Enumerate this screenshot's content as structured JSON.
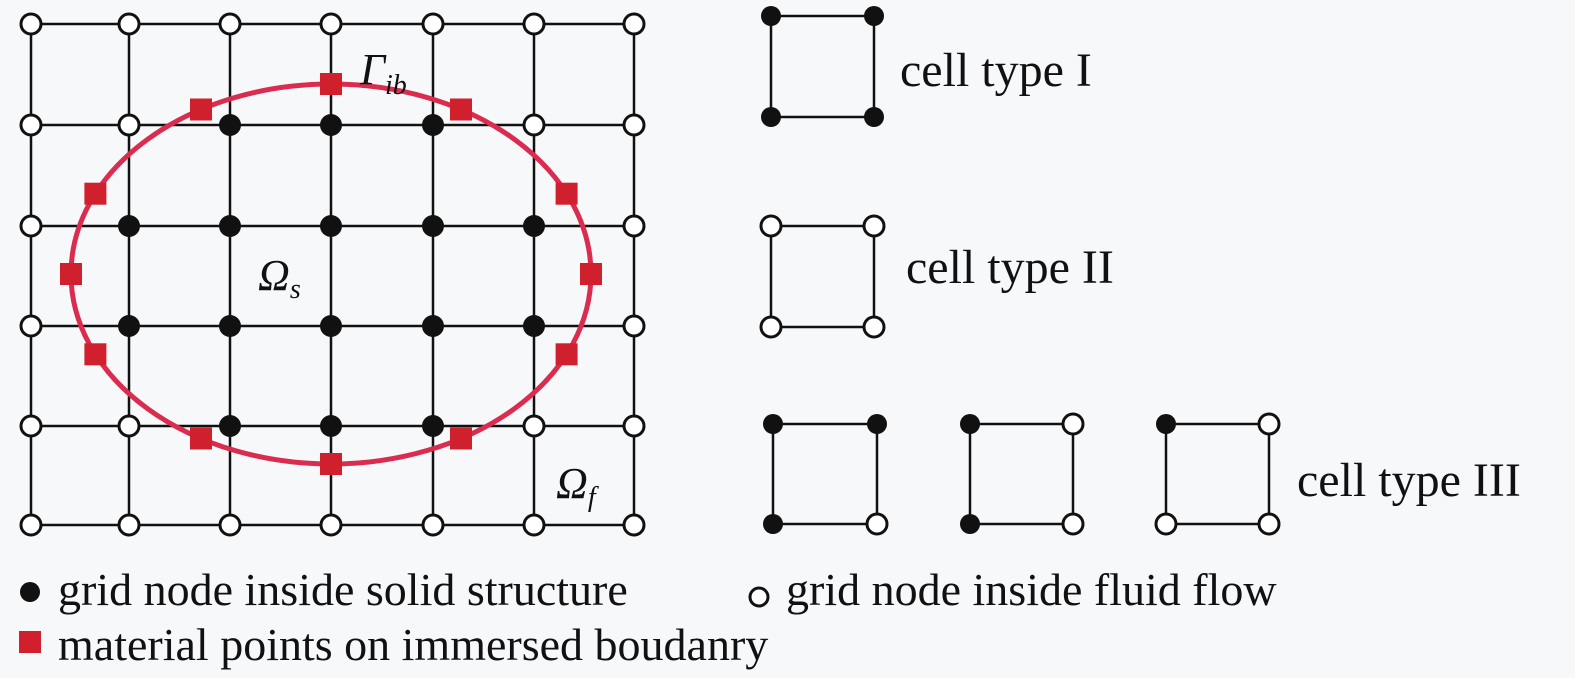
{
  "colors": {
    "grid": "#111111",
    "solid_node": "#111111",
    "fluid_node_fill": "#ffffff",
    "boundary": "#d92c4f",
    "material_point": "#d0202e",
    "background": "#f7f8fa"
  },
  "labels": {
    "gamma": "Γ",
    "gamma_sub": "ib",
    "omega_s": "Ω",
    "omega_s_sub": "s",
    "omega_f": "Ω",
    "omega_f_sub": "f"
  },
  "cell_types": {
    "type1": "cell type I",
    "type2": "cell type II",
    "type3": "cell type III"
  },
  "legend": {
    "solid": "grid node inside solid structure",
    "fluid": "grid node inside fluid flow",
    "material": "material points on immersed boudanry"
  },
  "icons": {
    "solid_node": "filled-circle",
    "fluid_node": "open-circle",
    "material_point": "filled-square"
  }
}
